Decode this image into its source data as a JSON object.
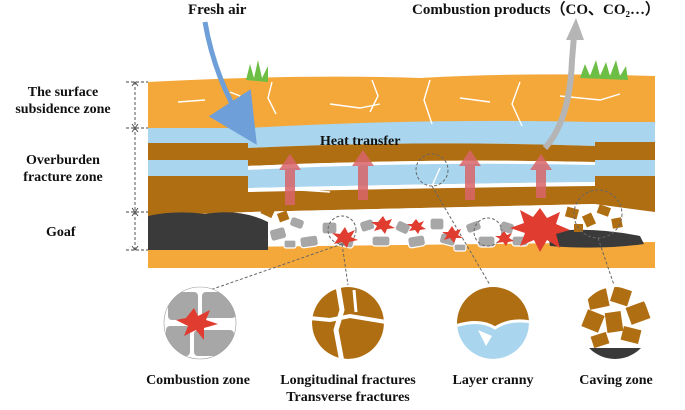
{
  "labels": {
    "fresh_air": "Fresh air",
    "combustion_products": "Combustion products（CO、CO₂…）",
    "heat_transfer": "Heat transfer"
  },
  "zones": {
    "surface_subsidence": [
      "The surface",
      "subsidence zone"
    ],
    "overburden_fracture": [
      "Overburden",
      "fracture zone"
    ],
    "goaf": "Goaf"
  },
  "details": {
    "combustion_zone": "Combustion zone",
    "fractures": [
      "Longitudinal fractures",
      "Transverse fractures"
    ],
    "layer_cranny": "Layer cranny",
    "caving_zone": "Caving zone"
  },
  "colors": {
    "orange_rock": "#F4A83A",
    "brown_rock": "#B06E12",
    "water_blue": "#A9D6EE",
    "coal": "#3A3A3A",
    "rubble": "#A7A7A7",
    "fire": "#E03C2F",
    "fresh_air_arrow": "#6E9FD8",
    "products_arrow": "#B5B5B5"
  }
}
